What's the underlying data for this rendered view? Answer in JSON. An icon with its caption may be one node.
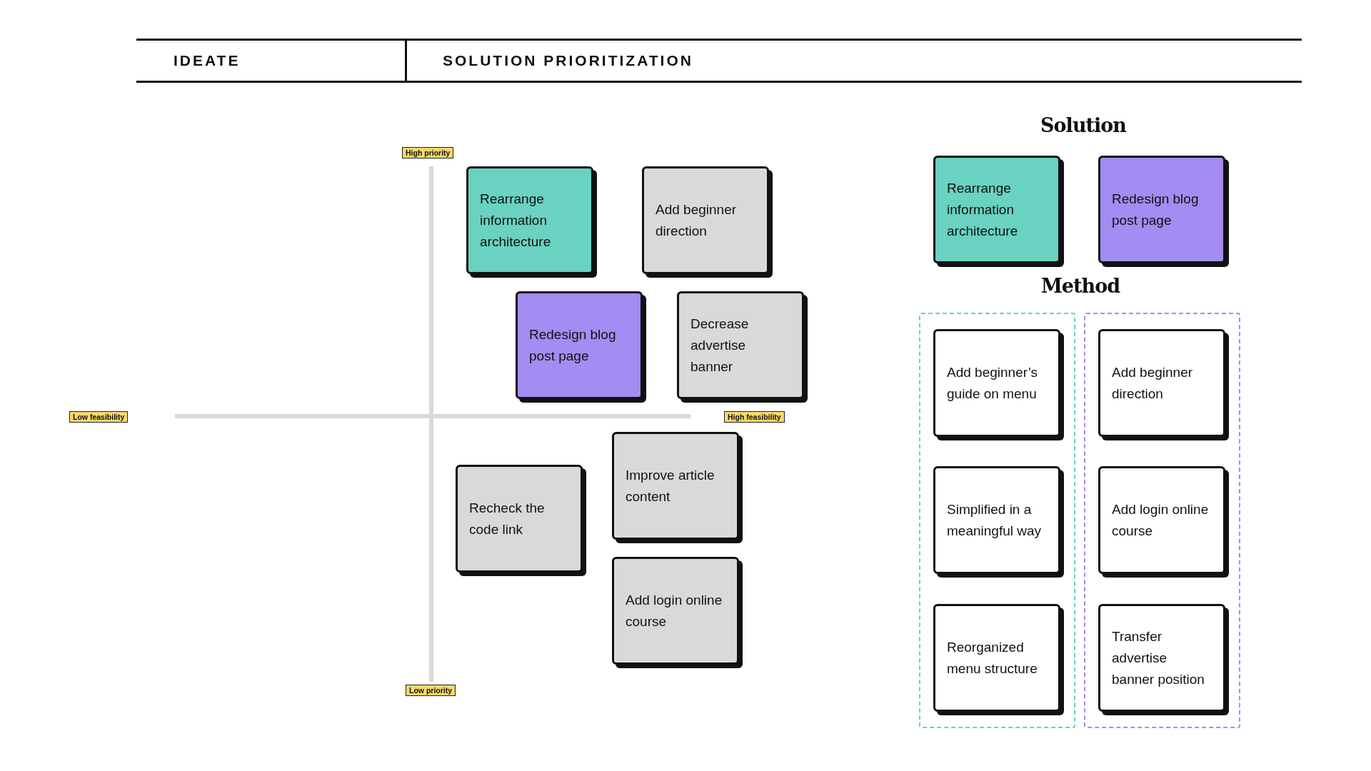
{
  "diagram": {
    "nodes": [
      {
        "text": [
          "IDEATE"
        ]
      },
      {
        "text": [
          "SOLUTION PRIORITIZATION"
        ]
      },
      {
        "text": [
          "High priority"
        ]
      },
      {
        "text": [
          "Rearrange information architecture"
        ]
      },
      {
        "text": [
          "Add beginner direction"
        ]
      },
      {
        "text": [
          "Redesign blog post page"
        ]
      },
      {
        "text": [
          "Decrease advertise banner"
        ]
      },
      {
        "text": [
          "Low feasibility"
        ]
      },
      {
        "text": [
          "High feasibility"
        ]
      },
      {
        "text": [
          "Improve article content"
        ]
      },
      {
        "text": [
          "Recheck the code link"
        ]
      },
      {
        "text": [
          "Add login online course"
        ]
      },
      {
        "text": [
          "Low priority"
        ]
      },
      {
        "text": [
          "Rearrange information architecture"
        ]
      },
      {
        "text": [
          "Redesign blog post page"
        ]
      },
      {
        "text": [],
        "shape": "box"
      },
      {
        "text": [
          "Add beginner’s guide on menu"
        ],
        "in": 15
      },
      {
        "text": [
          "Simplified in a meaningful way"
        ],
        "in": 15
      },
      {
        "text": [
          "Reorganized menu structure"
        ],
        "in": 15
      },
      {
        "text": [],
        "shape": "box"
      },
      {
        "text": [
          "Add beginner direction"
        ],
        "in": 19
      },
      {
        "text": [
          "Add login online course"
        ],
        "in": 19
      },
      {
        "text": [
          "Transfer advertise banner position"
        ],
        "in": 19
      }
    ],
    "labels": [
      "Solution",
      "Method"
    ]
  }
}
